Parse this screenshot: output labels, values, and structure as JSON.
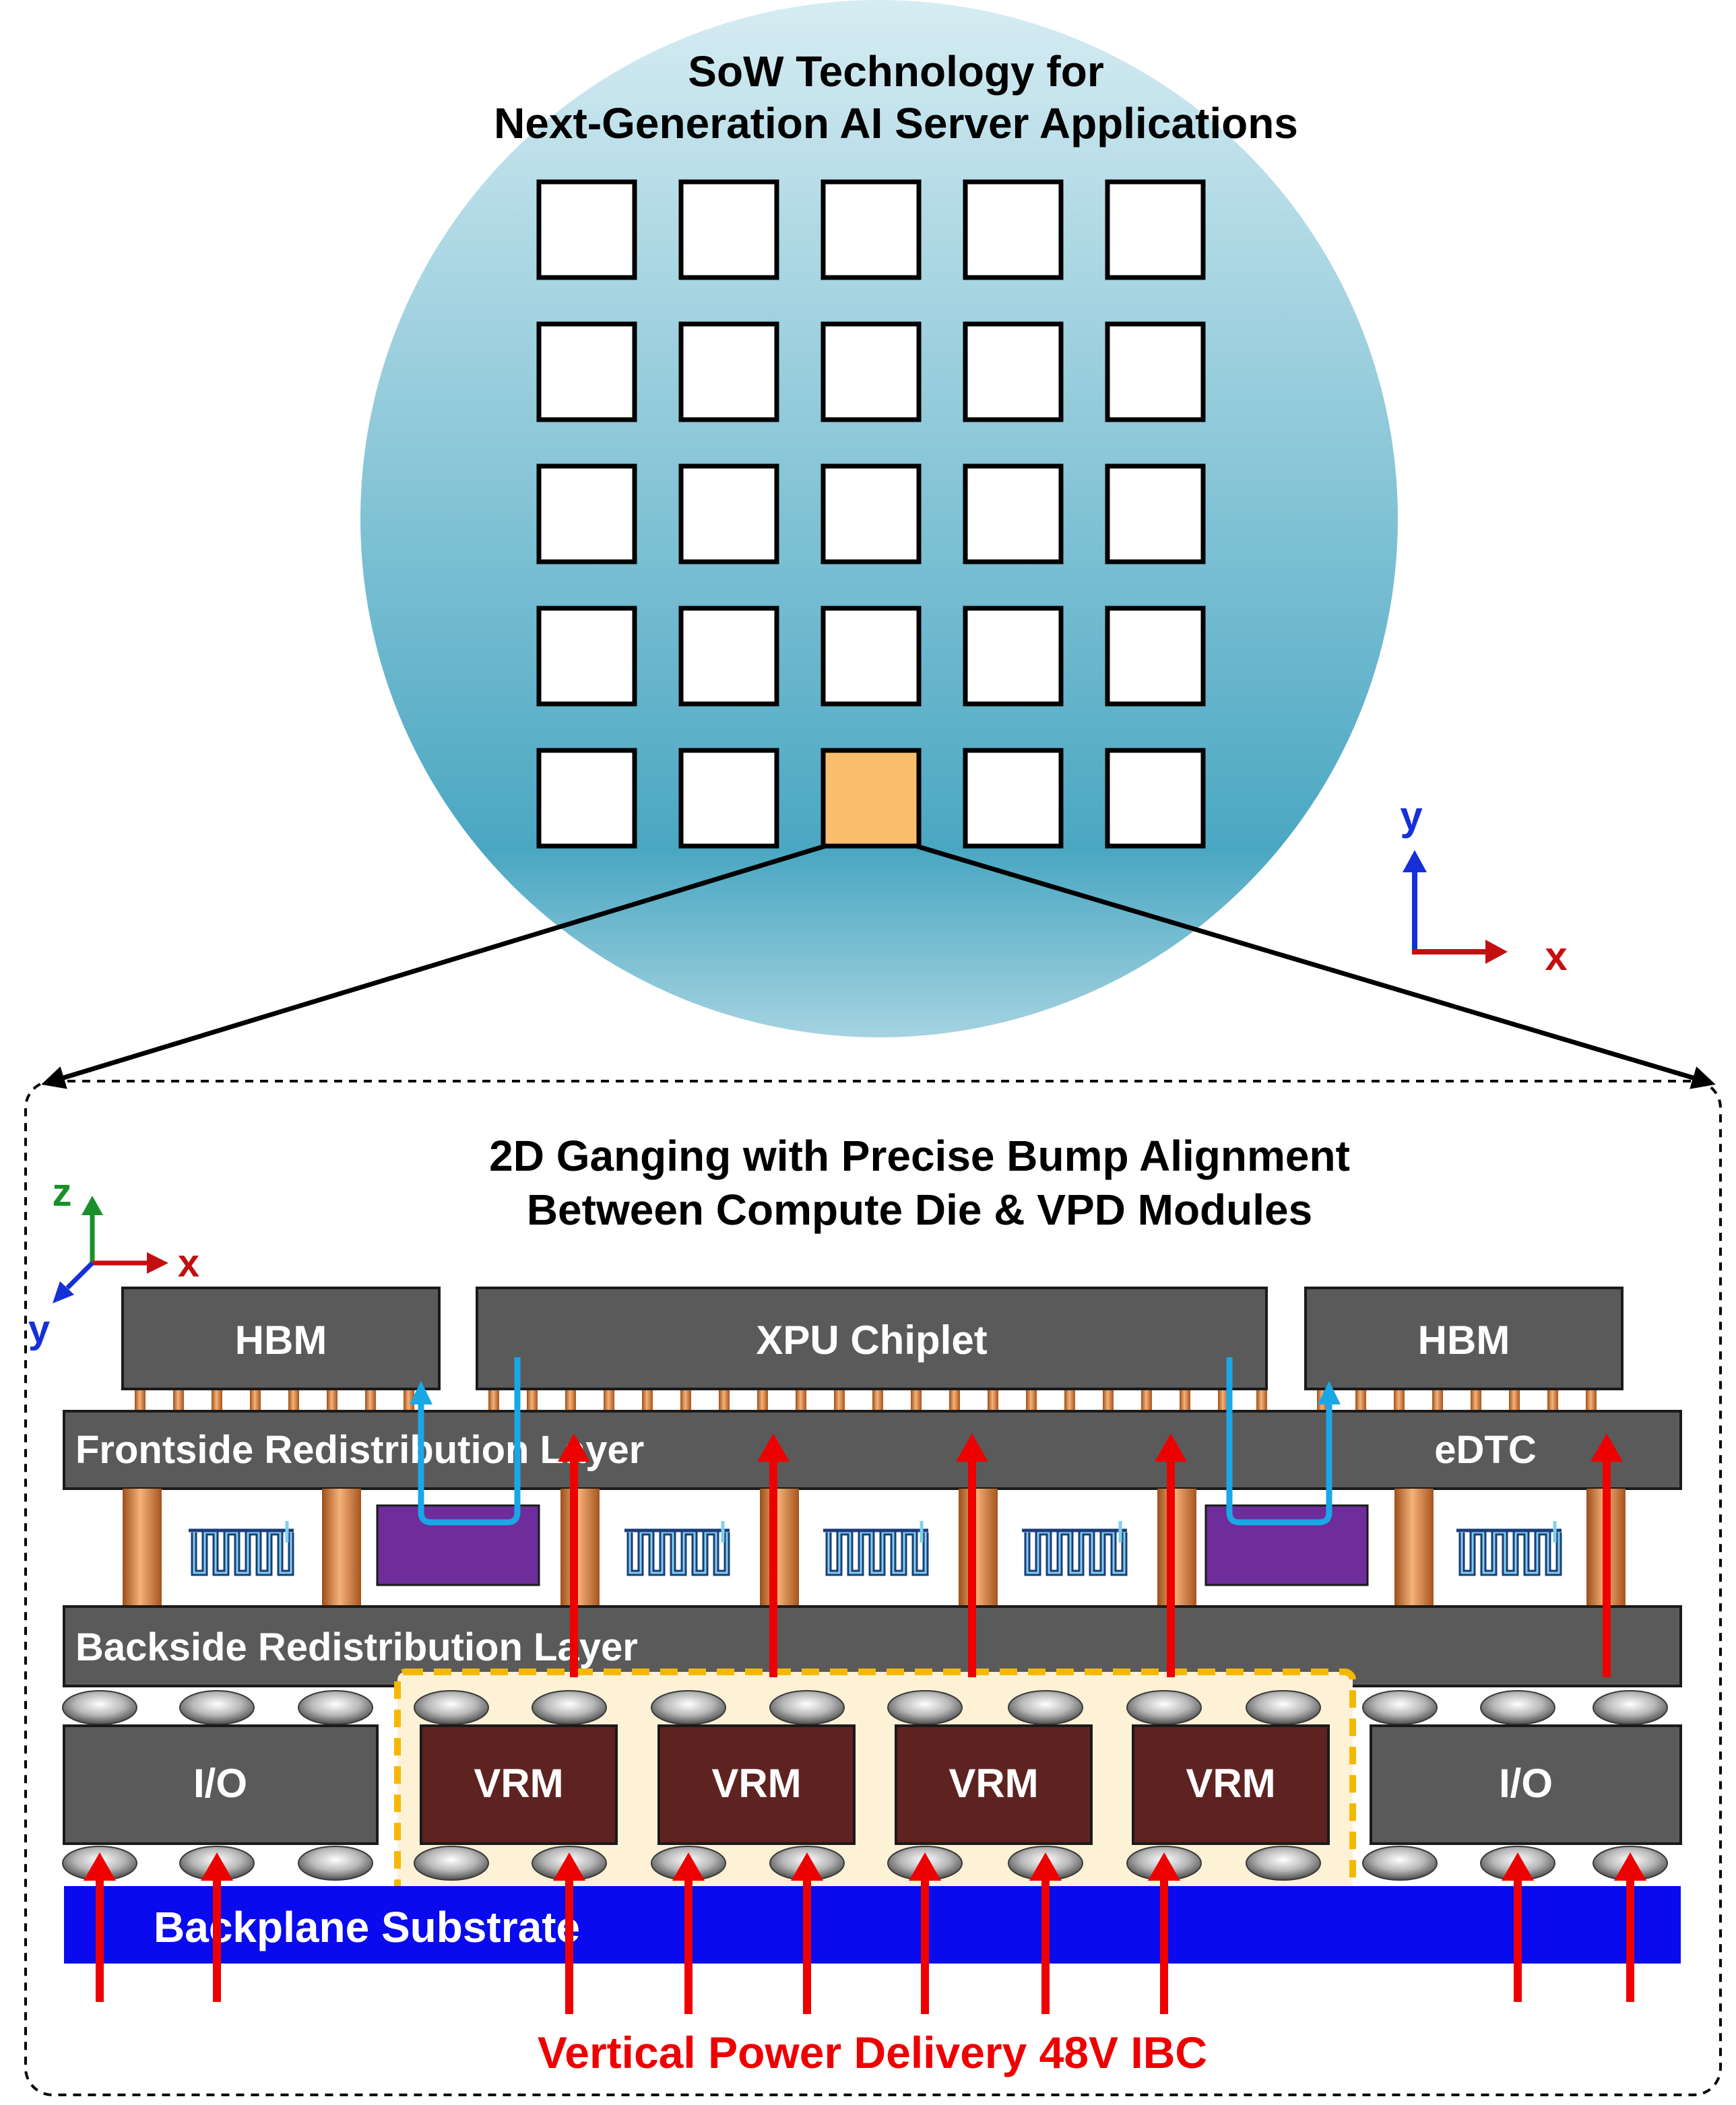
{
  "wafer": {
    "title_line1": "SoW Technology for",
    "title_line2": "Next-Generation AI Server Applications",
    "grid_rows": 5,
    "grid_cols": 5,
    "highlighted_die": {
      "row": 5,
      "col": 3
    }
  },
  "axes_top": {
    "y_label": "y",
    "x_label": "x"
  },
  "axes_bottom": {
    "z_label": "z",
    "x_label": "x",
    "y_label": "y"
  },
  "detail": {
    "title_line1": "2D Ganging with Precise Bump Alignment",
    "title_line2": "Between Compute Die & VPD Modules",
    "hbm_left": "HBM",
    "xpu": "XPU Chiplet",
    "hbm_right": "HBM",
    "frontside_rdl": "Frontside Redistribution Layer",
    "edtc": "eDTC",
    "backside_rdl": "Backside Redistribution Layer",
    "io_left": "I/O",
    "vrm_labels": [
      "VRM",
      "VRM",
      "VRM",
      "VRM"
    ],
    "io_right": "I/O",
    "backplane": "Backplane Substrate",
    "caption": "Vertical Power Delivery 48V IBC"
  },
  "colors": {
    "wafer_light": "#cde7ef",
    "wafer_dark": "#4aa7c2",
    "highlight_die": "#f9bd6e",
    "chip_gray": "#5a5a5a",
    "vrm": "#5e2320",
    "backplane": "#0a0aee",
    "power_arrow": "#ee0000",
    "signal_path": "#1aa7e6",
    "purple_block": "#6e2d9a",
    "copper": "#c9702f",
    "vrm_zone": "#fdf1d6",
    "vrm_zone_border": "#f5b800"
  }
}
